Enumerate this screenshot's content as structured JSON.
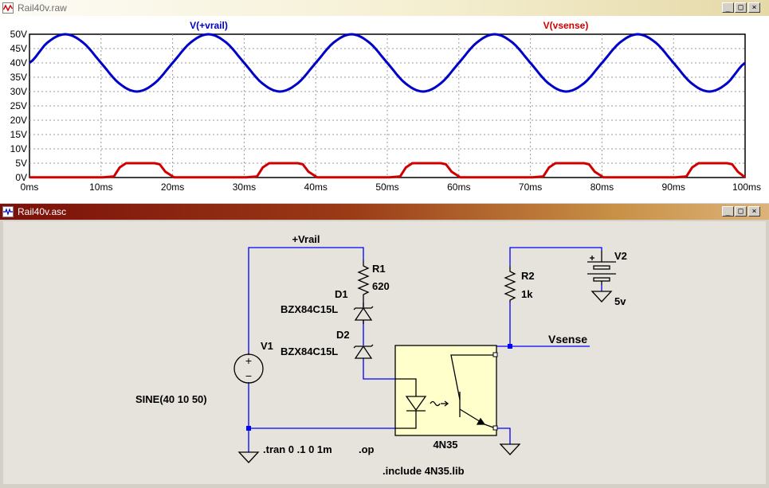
{
  "waveform_window": {
    "title": "Rail40v.raw",
    "icon": "waveform-icon",
    "controls": {
      "minimize": "_",
      "maximize": "□",
      "close": "×"
    }
  },
  "schematic_window": {
    "title": "Rail40v.asc",
    "icon": "schematic-icon",
    "controls": {
      "minimize": "_",
      "maximize": "□",
      "close": "×"
    }
  },
  "chart_data": {
    "type": "line",
    "x_unit": "ms",
    "xlim": [
      0,
      100
    ],
    "ylim": [
      0,
      50
    ],
    "x_ticks": [
      0,
      10,
      20,
      30,
      40,
      50,
      60,
      70,
      80,
      90,
      100
    ],
    "x_tick_labels": [
      "0ms",
      "10ms",
      "20ms",
      "30ms",
      "40ms",
      "50ms",
      "60ms",
      "70ms",
      "80ms",
      "90ms",
      "100ms"
    ],
    "y_ticks": [
      0,
      5,
      10,
      15,
      20,
      25,
      30,
      35,
      40,
      45,
      50
    ],
    "y_tick_labels": [
      "0V",
      "5V",
      "10V",
      "15V",
      "20V",
      "25V",
      "30V",
      "35V",
      "40V",
      "45V",
      "50V"
    ],
    "grid": true,
    "series": [
      {
        "name": "V(+vrail)",
        "color": "#0000c8",
        "x": [
          0,
          2.5,
          5,
          7.5,
          10,
          12.5,
          15,
          17.5,
          20,
          22.5,
          25,
          27.5,
          30,
          32.5,
          35,
          37.5,
          40,
          42.5,
          45,
          47.5,
          50,
          52.5,
          55,
          57.5,
          60,
          62.5,
          65,
          67.5,
          70,
          72.5,
          75,
          77.5,
          80,
          82.5,
          85,
          87.5,
          90,
          92.5,
          95,
          97.5,
          100
        ],
        "values": [
          40,
          47.07,
          50,
          47.07,
          40,
          32.93,
          30,
          32.93,
          40,
          47.07,
          50,
          47.07,
          40,
          32.93,
          30,
          32.93,
          40,
          47.07,
          50,
          47.07,
          40,
          32.93,
          30,
          32.93,
          40,
          47.07,
          50,
          47.07,
          40,
          32.93,
          30,
          32.93,
          40,
          47.07,
          50,
          47.07,
          40,
          32.93,
          30,
          32.93,
          40
        ]
      },
      {
        "name": "V(vsense)",
        "color": "#d00000",
        "x": [
          0,
          10.3,
          11.8,
          12.6,
          13.5,
          17.5,
          18.2,
          19.0,
          20.2,
          30.3,
          31.8,
          32.6,
          33.5,
          37.5,
          38.2,
          39.0,
          40.2,
          50.3,
          51.8,
          52.6,
          53.5,
          57.5,
          58.2,
          59.0,
          60.2,
          70.3,
          71.8,
          72.6,
          73.5,
          77.5,
          78.2,
          79.0,
          80.2,
          90.3,
          91.8,
          92.6,
          93.5,
          97.5,
          98.2,
          99.0,
          100
        ],
        "values": [
          0.05,
          0.05,
          0.4,
          3.5,
          5,
          5,
          4.6,
          2,
          0.05,
          0.05,
          0.4,
          3.5,
          5,
          5,
          4.6,
          2,
          0.05,
          0.05,
          0.4,
          3.5,
          5,
          5,
          4.6,
          2,
          0.05,
          0.05,
          0.4,
          3.5,
          5,
          5,
          4.6,
          2,
          0.05,
          0.05,
          0.4,
          3.5,
          5,
          5,
          4.6,
          2,
          0.05
        ]
      }
    ]
  },
  "schematic": {
    "net_vrail": "+Vrail",
    "net_vsense": "Vsense",
    "r1": {
      "name": "R1",
      "value": "620"
    },
    "r2": {
      "name": "R2",
      "value": "1k"
    },
    "d1": {
      "name": "D1",
      "model": "BZX84C15L"
    },
    "d2": {
      "name": "D2",
      "model": "BZX84C15L"
    },
    "v1": {
      "name": "V1",
      "value": "SINE(40 10 50)",
      "plus": "+",
      "minus": "−"
    },
    "v2": {
      "name": "V2",
      "value": "5v"
    },
    "u1": {
      "model": "4N35"
    },
    "directives": {
      "tran": ".tran 0 .1 0 1m",
      "op": ".op",
      "include": ".include 4N35.lib"
    }
  }
}
